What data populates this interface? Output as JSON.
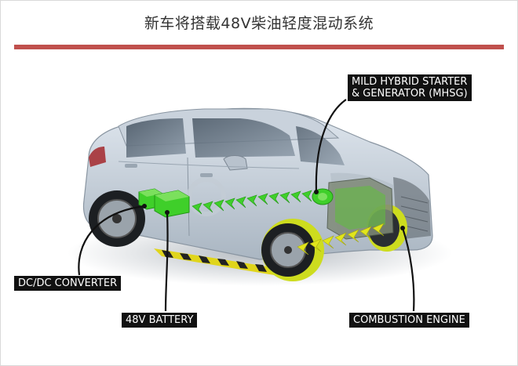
{
  "title": "新车将搭载48V柴油轻度混动系统",
  "labels": {
    "mhsg_line1": "MILD HYBRID STARTER",
    "mhsg_line2": "& GENERATOR (MHSG)",
    "dcdc": "DC/DC CONVERTER",
    "battery": "48V BATTERY",
    "engine": "COMBUSTION ENGINE"
  },
  "colors": {
    "accent_rule": "#c0504d",
    "label_bg": "#111111",
    "hybrid_green": "#3fcf2a",
    "wheel_yellow": "#d9e21a"
  }
}
